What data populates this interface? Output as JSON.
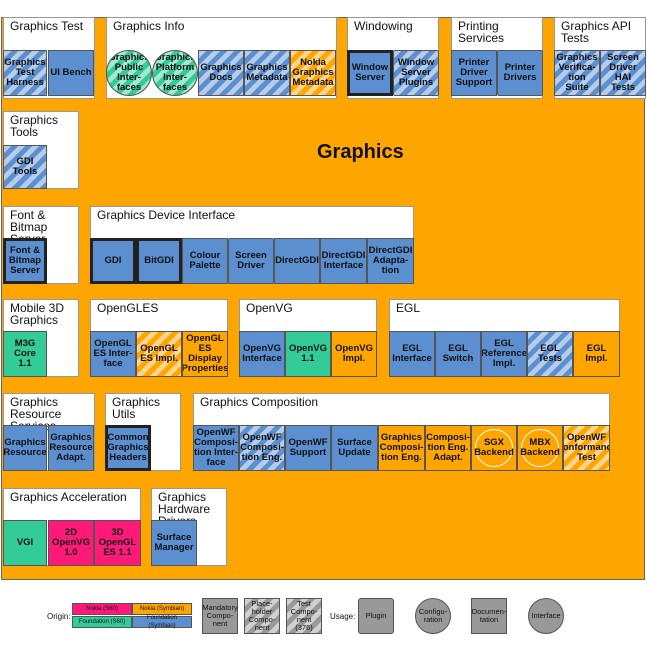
{
  "title": "Graphics",
  "groups": {
    "graphics_test": "Graphics Test",
    "graphics_info": "Graphics Info",
    "windowing": "Windowing",
    "printing": "Printing\nServices",
    "api_tests": "Graphics API\nTests",
    "graphics_tools": "Graphics\nTools",
    "font_bitmap": "Font &\nBitmap\nServer",
    "gdi": "Graphics Device Interface",
    "m3d": "Mobile 3D\nGraphics",
    "opengles": "OpenGLES",
    "openvg": "OpenVG",
    "egl": "EGL",
    "resource": "Graphics\nResource\nServices",
    "utils": "Graphics\nUtils",
    "composition": "Graphics Composition",
    "acceleration": "Graphics Acceleration",
    "hardware": "Graphics\nHardware\nDrivers"
  },
  "components": {
    "test_harness": "Graphics\nTest\nHarness",
    "ui_bench": "UI Bench",
    "public_interfaces": "Graphics\nPublic\nInter-\nfaces",
    "platform_interfaces": "Graphics\nPlatform\nInter-\nfaces",
    "graphics_docs": "Graphics\nDocs",
    "graphics_metadata": "Graphics\nMetadata",
    "nokia_metadata": "Nokia\nGraphics\nMetadata",
    "window_server": "Window\nServer",
    "ws_plugins": "Window\nServer\nPlugins",
    "printer_driver_support": "Printer\nDriver\nSupport",
    "printer_drivers": "Printer\nDrivers",
    "verification_suite": "Graphics\nVerifica-\ntion Suite",
    "screen_driver_hai": "Screen\nDriver\nHAI Tests",
    "gdi_tools": "GDI Tools",
    "fbserv": "Font &\nBitmap\nServer",
    "gdi": "GDI",
    "bitgdi": "BitGDI",
    "colour_palette": "Colour\nPalette",
    "screen_driver": "Screen\nDriver",
    "directgdi": "DirectGDI",
    "directgdi_interface": "DirectGDI\nInterface",
    "directgdi_adaptation": "DirectGDI\nAdapta-\ntion",
    "m3g_core": "M3G Core\n1.1",
    "opengl_interface": "OpenGL\nES Inter-\nface",
    "opengl_impl": "OpenGL\nES Impl.",
    "opengl_display": "OpenGL\nES\nDisplay\nProperties",
    "openvg_interface": "OpenVG\nInterface",
    "openvg_11": "OpenVG\n1.1",
    "openvg_impl": "OpenVG\nImpl.",
    "egl_interface": "EGL\nInterface",
    "egl_switch": "EGL\nSwitch",
    "egl_reference": "EGL\nReference\nImpl.",
    "egl_tests": "EGL Tests",
    "egl_impl": "EGL Impl.",
    "graphics_resource": "Graphics\nResource",
    "graphics_resource_adapt": "Graphics\nResource\nAdapt.",
    "common_headers": "Common\nGraphics\nHeaders",
    "openwf_interface": "OpenWF\nComposi-\ntion Inter-\nface",
    "openwf_eng": "OpenWF\nComposi-\ntion Eng.",
    "openwf_support": "OpenWF\nSupport",
    "surface_update": "Surface\nUpdate",
    "comp_eng": "Graphics\nComposi-\ntion Eng.",
    "comp_eng_adapt": "Composi-\ntion Eng.\nAdapt.",
    "sgx_backend": "SGX\nBackend",
    "mbx_backend": "MBX\nBackend",
    "openwf_conformance": "OpenWF\nConformance\nTest",
    "vgi": "VGI",
    "openvg_2d": "2D\nOpenVG\n1.0",
    "opengl_3d": "3D\nOpenGL\nES 1.1",
    "surface_manager": "Surface\nManager"
  },
  "legend": {
    "origin_label": "Origin:",
    "nokia_s60": "Nokia (S60)",
    "nokia_symbian": "Nokia (Symbian)",
    "foundation_s60": "Foundation (S60)",
    "foundation_symbian": "Foundation (Symbian)",
    "mandatory": "Mandatory\nCompo-\nnent",
    "placeholder": "Place-\nholder\nCompo-\nnent",
    "test": "Test\nCompo-\nnent (376)",
    "usage_label": "Usage:",
    "plugin": "Plugin",
    "configuration": "Configu-\nration",
    "documentation": "Documen-\ntation",
    "interface": "Interface"
  }
}
